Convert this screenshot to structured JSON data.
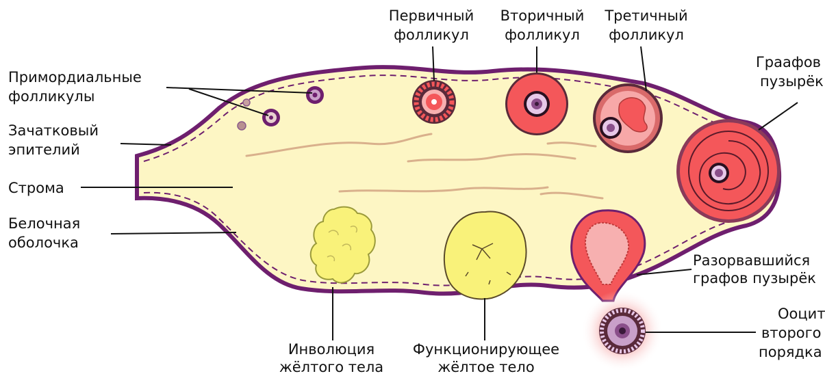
{
  "labels": {
    "primordial": [
      "Примордиальные",
      "фолликулы"
    ],
    "germinal": [
      "Зачатковый",
      "эпителий"
    ],
    "stroma": [
      "Строма"
    ],
    "tunica": [
      "Белочная",
      "оболочка"
    ],
    "primary": [
      "Первичный",
      "фолликул"
    ],
    "secondary": [
      "Вторичный",
      "фолликул"
    ],
    "tertiary": [
      "Третичный",
      "фолликул"
    ],
    "graafian": [
      "Граафов",
      "пузырёк"
    ],
    "ruptured": [
      "Разорвавшийся",
      "графов пузырёк"
    ],
    "oocyte": [
      "Ооцит",
      "второго",
      "порядка"
    ],
    "involution": [
      "Инволюция",
      "жёлтого тела"
    ],
    "functional": [
      "Функционирующее",
      "жёлтое тело"
    ]
  },
  "colors": {
    "ovary_fill": "#fdf6c4",
    "capsule": "#6e1f6e",
    "follicle_red": "#f4575a",
    "follicle_pink": "#f7a8a8",
    "corpus_luteum": "#f9f27a",
    "oocyte": "#8a4f8a"
  }
}
